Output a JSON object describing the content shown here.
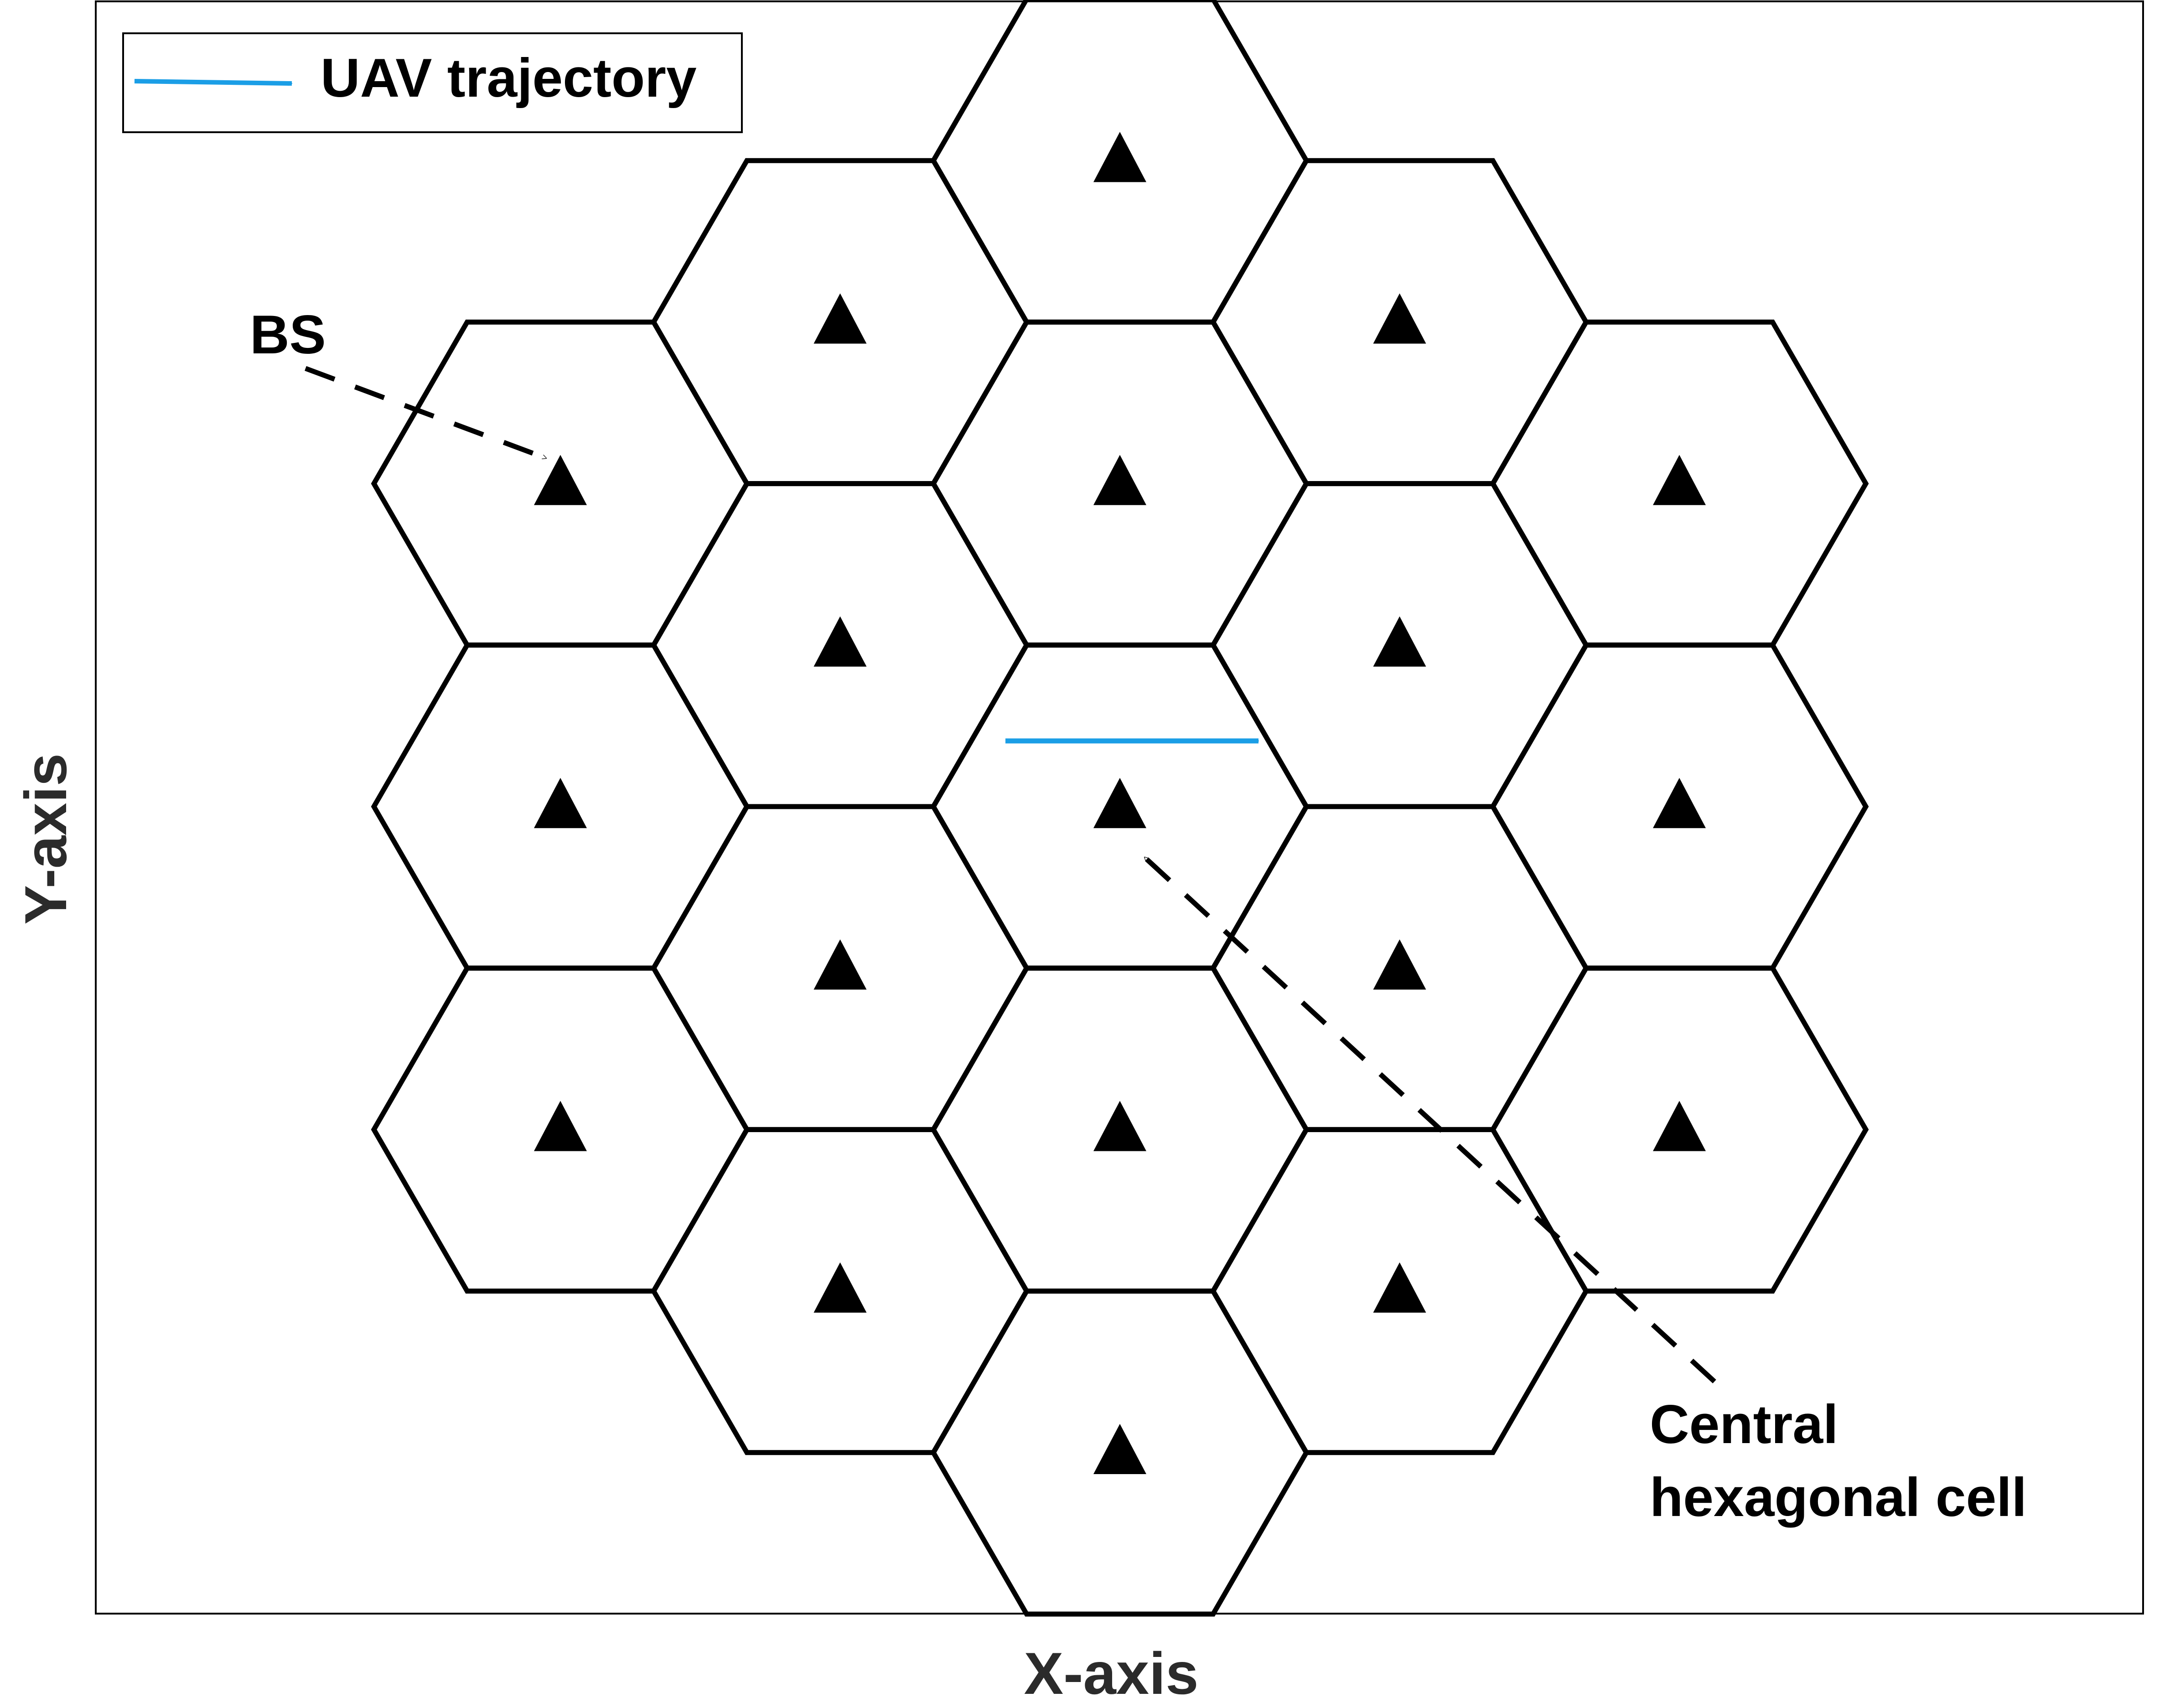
{
  "legend": {
    "label": "UAV trajectory",
    "arrow_color": "#1b9ee6"
  },
  "annotations": {
    "bs_label": "BS",
    "central_line1": "Central",
    "central_line2": "hexagonal cell"
  },
  "axes": {
    "xlabel": "X-axis",
    "ylabel": "Y-axis"
  },
  "cells": [
    {
      "q": 0,
      "r": 0,
      "central": true
    },
    {
      "q": 0,
      "r": -1
    },
    {
      "q": 0,
      "r": 1
    },
    {
      "q": 1,
      "r": -1
    },
    {
      "q": 1,
      "r": 0
    },
    {
      "q": -1,
      "r": 0
    },
    {
      "q": -1,
      "r": 1
    },
    {
      "q": 0,
      "r": -2
    },
    {
      "q": 0,
      "r": 2
    },
    {
      "q": 1,
      "r": -2
    },
    {
      "q": 1,
      "r": 1
    },
    {
      "q": 2,
      "r": -2
    },
    {
      "q": 2,
      "r": -1
    },
    {
      "q": 2,
      "r": 0
    },
    {
      "q": -1,
      "r": -1
    },
    {
      "q": -1,
      "r": 2
    },
    {
      "q": -2,
      "r": 0
    },
    {
      "q": -2,
      "r": 1
    },
    {
      "q": -2,
      "r": 2
    }
  ],
  "colors": {
    "stroke": "#000000",
    "trajectory": "#1b9ee6",
    "axis_label": "#2b2b2b"
  }
}
